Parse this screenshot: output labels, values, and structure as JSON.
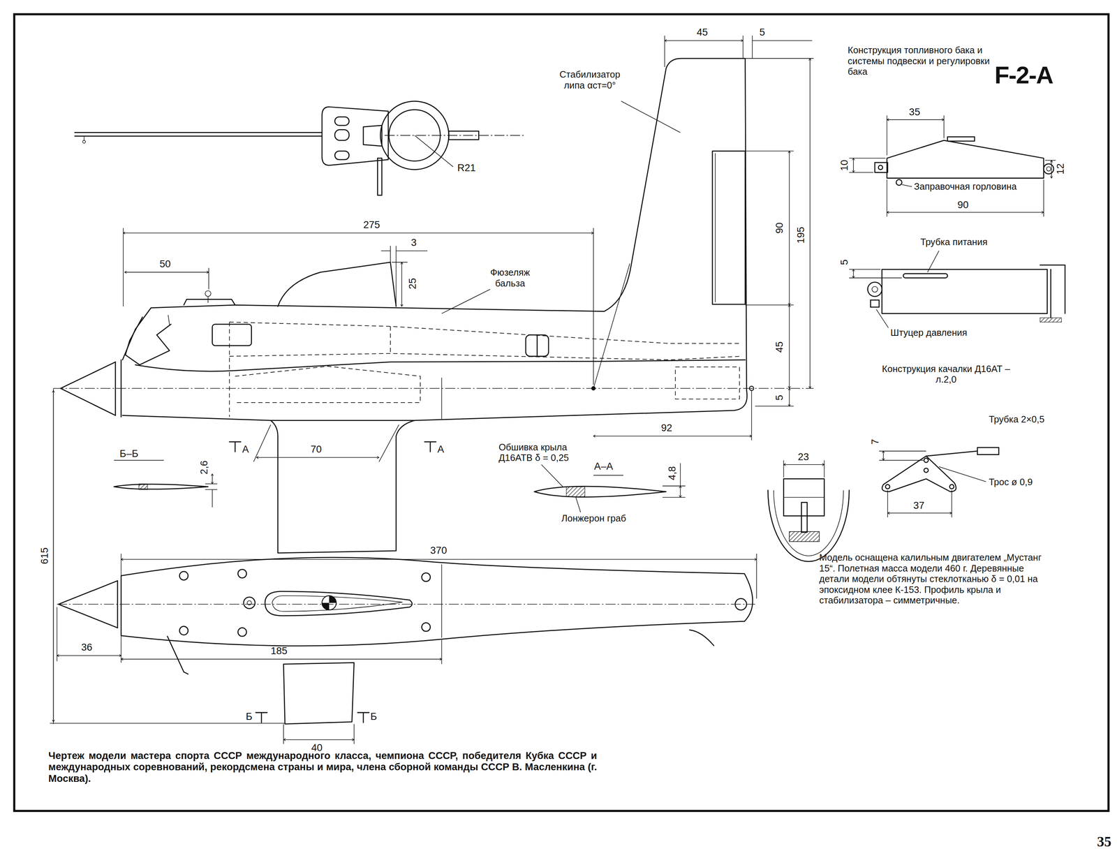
{
  "diagram": {
    "title": "F-2-A",
    "caption": "Чертеж модели мастера спорта СССР международного класса, чемпиона СССР, победителя Кубка СССР и международных соревнований, рекордсмена страны и мира, члена сборной команды СССР В. Масленкина (г. Москва).",
    "labels": [
      "Конструкция топливного бака и системы подвески и регулировки бака",
      "35",
      "10",
      "12",
      "Заправочная горловина",
      "90",
      "Трубка питания",
      "5",
      "Штуцер давления",
      "Конструкция качалки Д16АТ – л.2,0",
      "Трубка 2×0,5",
      "7",
      "Трос ø 0,9",
      "37",
      "23",
      "Модель оснащена калильным двигателем „Мустанг 15“. Полетная масса модели 460 г. Деревянные детали модели обтянуты стеклотканью δ = 0,01 на эпоксидном клее К-153. Профиль крыла и стабилизатора – симметричные.",
      "45",
      "5",
      "Стабилизатор липа αст=0°",
      "R21",
      "275",
      "3",
      "50",
      "25",
      "Фюзеляж бальза",
      "90",
      "195",
      "45",
      "5",
      "92",
      "А",
      "70",
      "А",
      "Б–Б",
      "2,6",
      "Обшивка крыла Д16АТВ δ = 0,25",
      "А–А",
      "4,8",
      "Лонжерон граб",
      "615",
      "370",
      "36",
      "185",
      "Б",
      "Б",
      "40",
      "35"
    ]
  }
}
